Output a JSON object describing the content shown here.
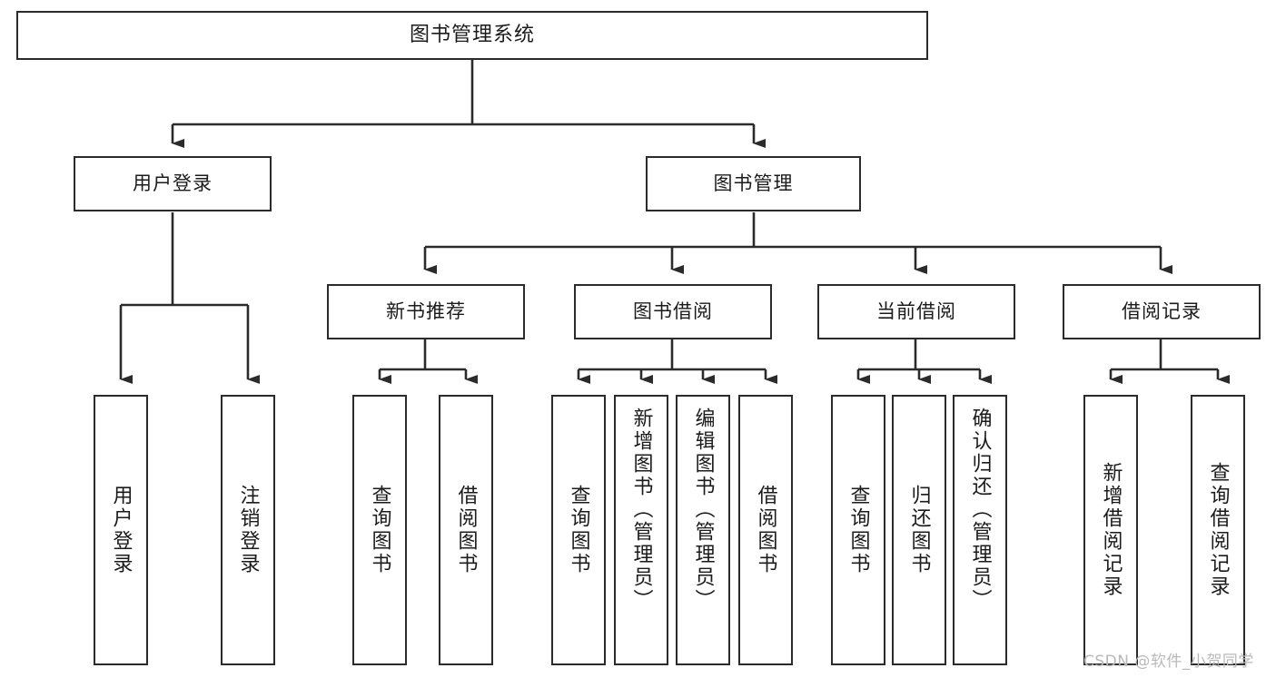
{
  "diagram": {
    "title": "图书管理系统",
    "type": "tree-hierarchy",
    "watermark": "CSDN @软件_小贺同学",
    "colors": {
      "background": "#ffffff",
      "box_border": "#2b2b2b",
      "box_fill": "#ffffff",
      "connector": "#2b2b2b",
      "text": "#1b1b1b",
      "watermark": "#b9b9b9"
    },
    "nodes": {
      "root": {
        "label": "图书管理系统"
      },
      "level2": [
        {
          "label": "用户登录"
        },
        {
          "label": "图书管理"
        }
      ],
      "level3": [
        {
          "label": "新书推荐"
        },
        {
          "label": "图书借阅"
        },
        {
          "label": "当前借阅"
        },
        {
          "label": "借阅记录"
        }
      ],
      "leaves_user_login": [
        {
          "label": "用户登录"
        },
        {
          "label": "注销登录"
        }
      ],
      "leaves_new_book": [
        {
          "label": "查询图书"
        },
        {
          "label": "借阅图书"
        }
      ],
      "leaves_borrow": [
        {
          "label": "查询图书"
        },
        {
          "label": "新增图书（管理员）"
        },
        {
          "label": "编辑图书（管理员）"
        },
        {
          "label": "借阅图书"
        }
      ],
      "leaves_current": [
        {
          "label": "查询图书"
        },
        {
          "label": "归还图书"
        },
        {
          "label": "确认归还（管理员）"
        }
      ],
      "leaves_records": [
        {
          "label": "新增借阅记录"
        },
        {
          "label": "查询借阅记录"
        }
      ]
    }
  }
}
